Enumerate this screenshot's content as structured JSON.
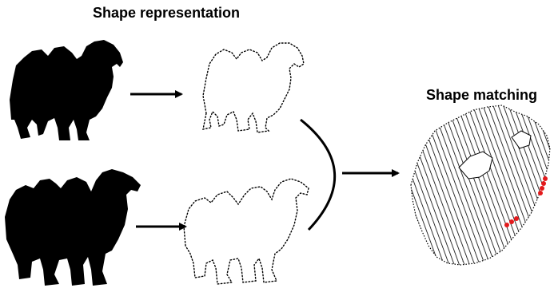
{
  "titles": {
    "shape_representation": "Shape representation",
    "shape_matching": "Shape matching"
  },
  "colors": {
    "ink": "#000000",
    "background": "#ffffff",
    "highlight": "#e31a1c"
  },
  "panels": {
    "top_row": [
      "silhouette",
      "contour"
    ],
    "bottom_row": [
      "silhouette",
      "contour"
    ],
    "result": "matched-contours"
  }
}
